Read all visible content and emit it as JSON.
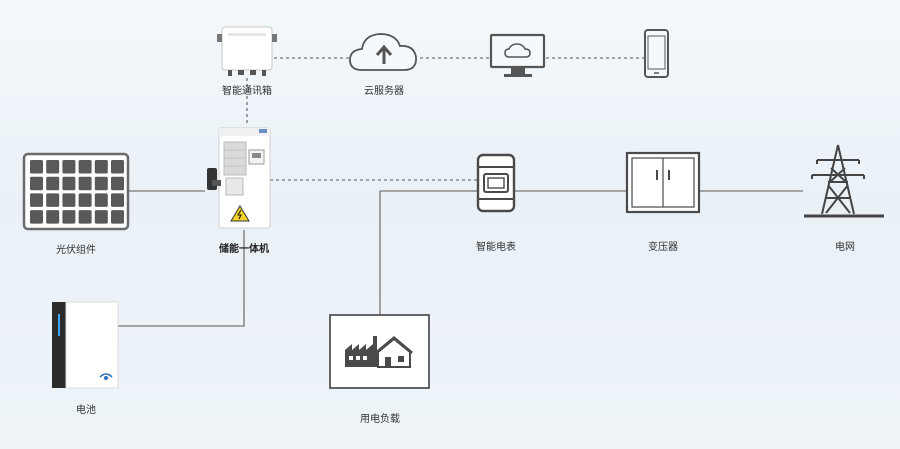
{
  "labels": {
    "comm_box": "智能通讯箱",
    "cloud": "云服务器",
    "solar": "光伏组件",
    "ess": "储能一体机",
    "meter": "智能电表",
    "transformer": "变压器",
    "grid": "电网",
    "battery": "电池",
    "load": "用电负载"
  },
  "colors": {
    "line": "#8a8a8a",
    "icon": "#555555",
    "label": "#333333"
  }
}
